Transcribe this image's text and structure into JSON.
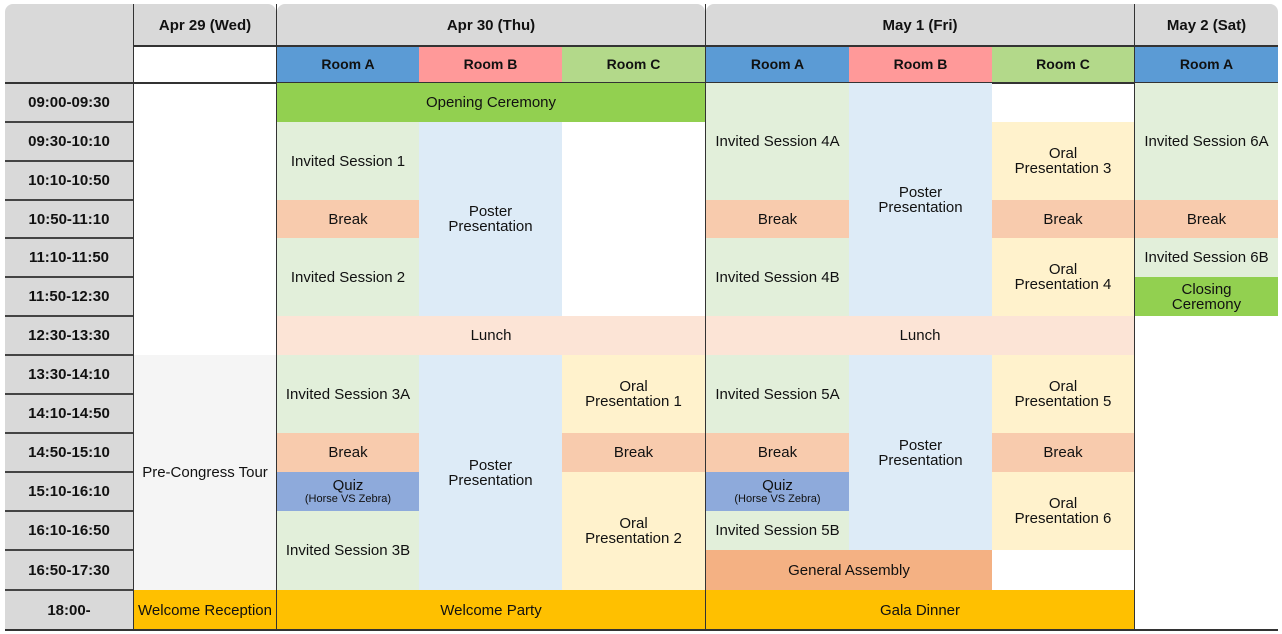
{
  "days": [
    "Apr 29 (Wed)",
    "Apr 30 (Thu)",
    "May 1 (Fri)",
    "May 2 (Sat)"
  ],
  "rooms": {
    "a": "Room A",
    "b": "Room B",
    "c": "Room C"
  },
  "times": [
    "09:00-09:30",
    "09:30-10:10",
    "10:10-10:50",
    "10:50-11:10",
    "11:10-11:50",
    "11:50-12:30",
    "12:30-13:30",
    "13:30-14:10",
    "14:10-14:50",
    "14:50-15:10",
    "15:10-16:10",
    "16:10-16:50",
    "16:50-17:30",
    "18:00-"
  ],
  "colors": {
    "room_a": "#5b9bd5",
    "room_b": "#ff9999",
    "room_c": "#b3d98a"
  },
  "wed": {
    "tour": "Pre-Congress Tour",
    "reception": "Welcome Reception"
  },
  "thu": {
    "opening": "Opening Ceremony",
    "inv1": "Invited Session 1",
    "break": "Break",
    "inv2": "Invited Session 2",
    "poster1": "Poster",
    "poster2": "Presentation",
    "lunch": "Lunch",
    "inv3a": "Invited Session 3A",
    "quiz": "Quiz",
    "quiz_sub": "(Horse VS Zebra)",
    "inv3b": "Invited Session 3B",
    "oral": "Oral",
    "oral1": "Presentation 1",
    "oral2": "Presentation 2",
    "party": "Welcome Party"
  },
  "fri": {
    "inv4a": "Invited Session 4A",
    "inv4b": "Invited Session 4B",
    "oral3": "Presentation 3",
    "oral4": "Presentation 4",
    "oral5": "Presentation 5",
    "oral6": "Presentation 6",
    "inv5a": "Invited Session 5A",
    "inv5b": "Invited Session 5B",
    "assembly": "General Assembly",
    "gala": "Gala Dinner"
  },
  "sat": {
    "inv6a": "Invited Session 6A",
    "inv6b": "Invited Session 6B",
    "closing1": "Closing",
    "closing2": "Ceremony"
  }
}
